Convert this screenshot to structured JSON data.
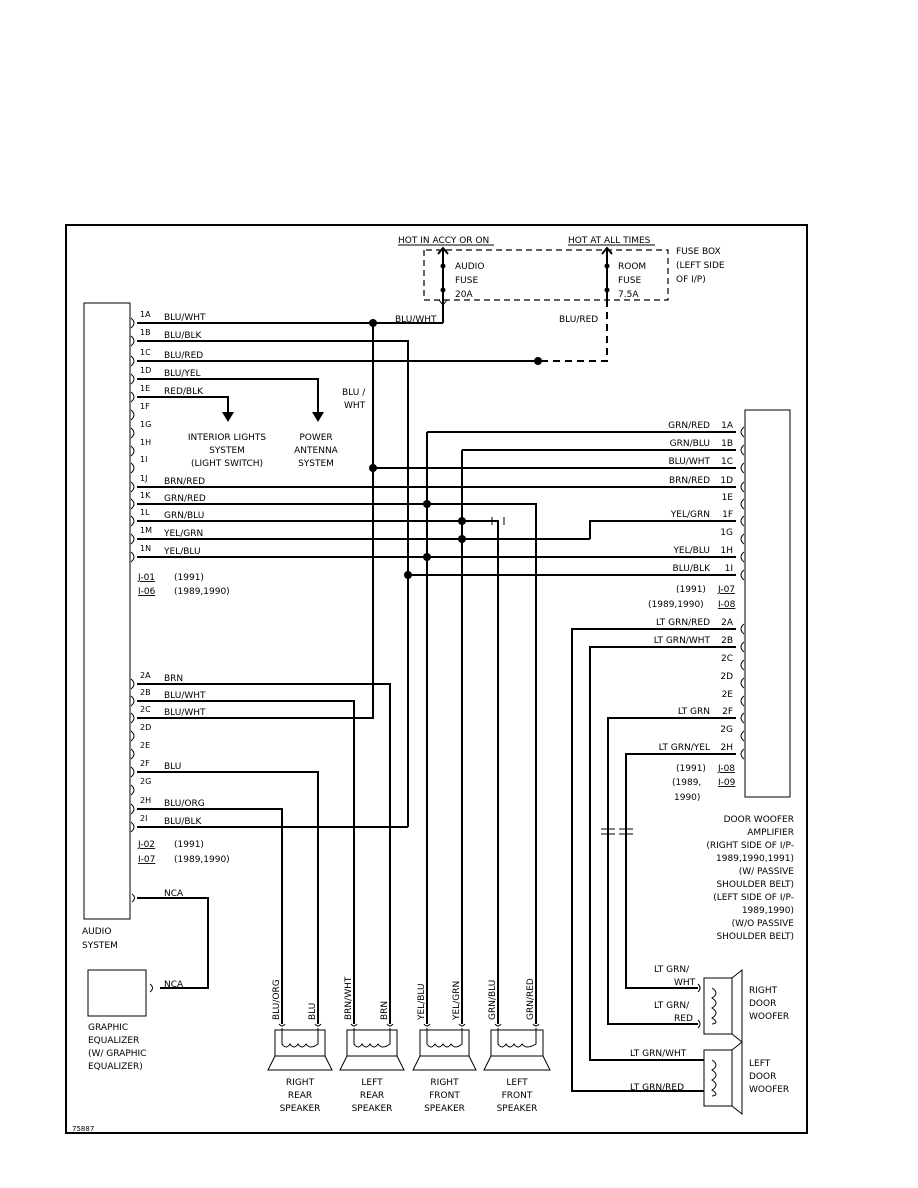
{
  "fuse_box": {
    "hot_accy": "HOT IN ACCY OR ON",
    "hot_all": "HOT AT ALL TIMES",
    "label": [
      "FUSE BOX",
      "(LEFT SIDE",
      "OF I/P)"
    ],
    "audio_fuse": [
      "AUDIO",
      "FUSE",
      "20A"
    ],
    "room_fuse": [
      "ROOM",
      "FUSE",
      "7.5A"
    ],
    "wire_left": "BLU/WHT",
    "wire_right": "BLU/RED"
  },
  "audio_system": {
    "label": [
      "AUDIO",
      "SYSTEM"
    ],
    "connector1_pins": [
      "1A",
      "1B",
      "1C",
      "1D",
      "1E",
      "1F",
      "1G",
      "1H",
      "1I",
      "1J",
      "1K",
      "1L",
      "1M",
      "1N"
    ],
    "connector1_wires": [
      "BLU/WHT",
      "BLU/BLK",
      "BLU/RED",
      "BLU/YEL",
      "RED/BLK",
      "",
      "",
      "",
      "",
      "BRN/RED",
      "GRN/RED",
      "GRN/BLU",
      "YEL/GRN",
      "YEL/BLU"
    ],
    "connector1_ids": [
      {
        "id": "J-01",
        "years": "(1991)"
      },
      {
        "id": "I-06",
        "years": "(1989,1990)"
      }
    ],
    "connector2_pins": [
      "2A",
      "2B",
      "2C",
      "2D",
      "2E",
      "2F",
      "2G",
      "2H",
      "2I"
    ],
    "connector2_wires": [
      "BRN",
      "BLU/WHT",
      "BLU/WHT",
      "",
      "",
      "BLU",
      "",
      "BLU/ORG",
      "BLU/BLK"
    ],
    "connector2_ids": [
      {
        "id": "J-02",
        "years": "(1991)"
      },
      {
        "id": "I-07",
        "years": "(1989,1990)"
      }
    ],
    "nca": "NCA"
  },
  "interior_lights": [
    "INTERIOR LIGHTS",
    "SYSTEM",
    "(LIGHT SWITCH)"
  ],
  "power_antenna": [
    "POWER",
    "ANTENNA",
    "SYSTEM"
  ],
  "blu_wht_vertical": [
    "BLU /",
    "WHT"
  ],
  "amplifier": {
    "pins1": [
      "1A",
      "1B",
      "1C",
      "1D",
      "1E",
      "1F",
      "1G",
      "1H",
      "1I"
    ],
    "wires1": [
      "GRN/RED",
      "GRN/BLU",
      "BLU/WHT",
      "BRN/RED",
      "",
      "YEL/GRN",
      "",
      "YEL/BLU",
      "BLU/BLK"
    ],
    "ids1": [
      {
        "id": "J-07",
        "years": "(1991)"
      },
      {
        "id": "I-08",
        "years": "(1989,1990)"
      }
    ],
    "pins2": [
      "2A",
      "2B",
      "2C",
      "2D",
      "2E",
      "2F",
      "2G",
      "2H"
    ],
    "wires2": [
      "LT GRN/RED",
      "LT GRN/WHT",
      "",
      "",
      "",
      "LT GRN",
      "",
      "LT GRN/YEL"
    ],
    "ids2": [
      {
        "id": "J-08",
        "years": "(1991)"
      },
      {
        "id": "I-09",
        "years": "(1989,"
      },
      {
        "id": "",
        "years": "1990)"
      }
    ],
    "label": [
      "DOOR WOOFER",
      "AMPLIFIER",
      "(RIGHT SIDE OF I/P-",
      "1989,1990,1991)",
      "(W/ PASSIVE",
      "SHOULDER BELT)",
      "(LEFT SIDE OF I/P-",
      "1989,1990)",
      "(W/O PASSIVE",
      "SHOULDER BELT)"
    ]
  },
  "woofers": {
    "right": {
      "label": [
        "RIGHT",
        "DOOR",
        "WOOFER"
      ],
      "wire_top": [
        "LT GRN/",
        "WHT"
      ],
      "wire_bottom": [
        "LT GRN/",
        "RED"
      ]
    },
    "left": {
      "label": [
        "LEFT",
        "DOOR",
        "WOOFER"
      ],
      "wire_top": "LT GRN/WHT",
      "wire_bottom": "LT GRN/RED"
    }
  },
  "speakers": [
    {
      "label": [
        "RIGHT",
        "REAR",
        "SPEAKER"
      ],
      "wires": [
        "BLU/ORG",
        "BLU"
      ]
    },
    {
      "label": [
        "LEFT",
        "REAR",
        "SPEAKER"
      ],
      "wires": [
        "BRN/WHT",
        "BRN"
      ]
    },
    {
      "label": [
        "RIGHT",
        "FRONT",
        "SPEAKER"
      ],
      "wires": [
        "YEL/BLU",
        "YEL/GRN"
      ]
    },
    {
      "label": [
        "LEFT",
        "FRONT",
        "SPEAKER"
      ],
      "wires": [
        "GRN/BLU",
        "GRN/RED"
      ]
    }
  ],
  "equalizer": {
    "label": [
      "GRAPHIC",
      "EQUALIZER",
      "(W/ GRAPHIC",
      "EQUALIZER)"
    ],
    "nca": "NCA"
  },
  "figure_id": "75887"
}
